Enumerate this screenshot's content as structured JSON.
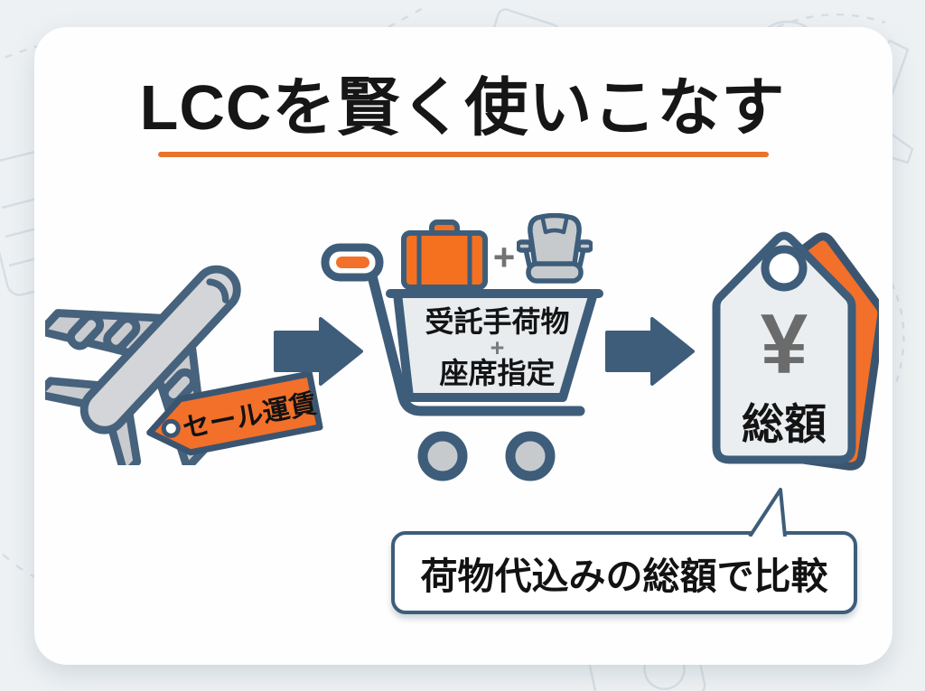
{
  "title": {
    "text": "LCCを賢く使いこなす"
  },
  "steps": {
    "sale_tag": {
      "label": "セール運賃"
    },
    "cart": {
      "addons_plus": "+",
      "line1": "受託手荷物",
      "plus": "+",
      "line2": "座席指定"
    },
    "price_tag": {
      "currency": "¥",
      "label": "総額"
    }
  },
  "callout": {
    "text": "荷物代込みの総額で比較"
  },
  "colors": {
    "accent_orange": "#f2702a",
    "underline_orange": "#e9742c",
    "slate_blue": "#3e5d7a",
    "item_gray": "#c9cbcf",
    "basket_fill": "#e8ecef",
    "yen_gray": "#6b6b6b",
    "text_black": "#141414"
  }
}
